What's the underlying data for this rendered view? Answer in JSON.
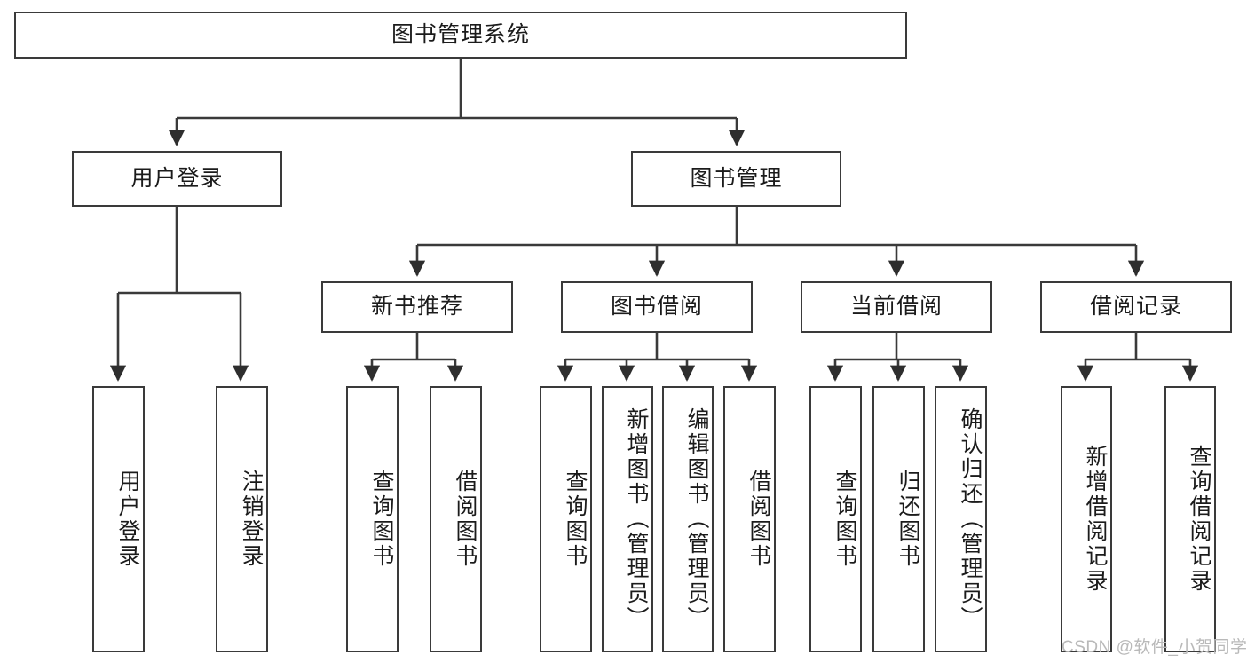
{
  "diagram": {
    "title_node": {
      "label": "图书管理系统"
    },
    "level2": [
      {
        "label": "用户登录"
      },
      {
        "label": "图书管理"
      }
    ],
    "level3": [
      {
        "label": "新书推荐"
      },
      {
        "label": "图书借阅"
      },
      {
        "label": "当前借阅"
      },
      {
        "label": "借阅记录"
      }
    ],
    "leaves": [
      {
        "label": "用户登录"
      },
      {
        "label": "注销登录"
      },
      {
        "label": "查询图书"
      },
      {
        "label": "借阅图书"
      },
      {
        "label": "查询图书"
      },
      {
        "label": "新增图书（管理员）"
      },
      {
        "label": "编辑图书（管理员）"
      },
      {
        "label": "借阅图书"
      },
      {
        "label": "查询图书"
      },
      {
        "label": "归还图书"
      },
      {
        "label": "确认归还（管理员）"
      },
      {
        "label": "新增借阅记录"
      },
      {
        "label": "查询借阅记录"
      }
    ]
  },
  "watermark": {
    "text": "CSDN @软件_小贺同学"
  },
  "colors": {
    "stroke": "#3a3a3a",
    "background": "#ffffff",
    "text": "#1b1b1b",
    "watermark": "#b9b9b9"
  }
}
